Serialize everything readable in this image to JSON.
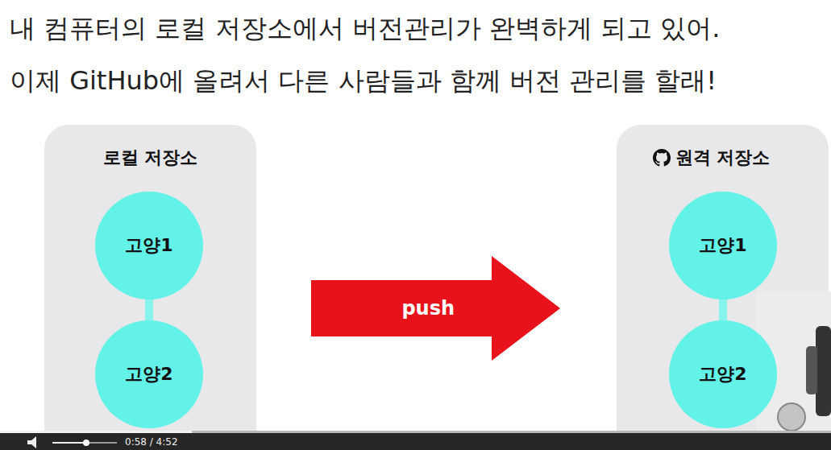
{
  "diagram": {
    "title": "내 컴퓨터의 로컬 저장소에서 버전관리가 완벽하게 되고 있어.",
    "nodes": [
      {
        "text": [
          "로컬 저장소"
        ]
      },
      {
        "text": [
          "고양1"
        ],
        "in": 0
      },
      {
        "text": [
          "고양2"
        ],
        "in": 0
      },
      {
        "text": [
          "원격 저장소"
        ]
      },
      {
        "text": [
          "고양1"
        ],
        "in": 3
      },
      {
        "text": [
          "고양2"
        ],
        "in": 3
      }
    ],
    "edges": [
      {
        "from": 1,
        "to": 2,
        "arrow": "none"
      },
      {
        "from": 4,
        "to": 5,
        "arrow": "none"
      },
      {
        "from": 0,
        "to": 3,
        "arrow": "to",
        "label": "push"
      }
    ],
    "labels": [
      "이제 GitHub에 올려서 다른 사람들과 함께 버전 관리를 할래!",
      "0:58 / 4:52"
    ]
  }
}
